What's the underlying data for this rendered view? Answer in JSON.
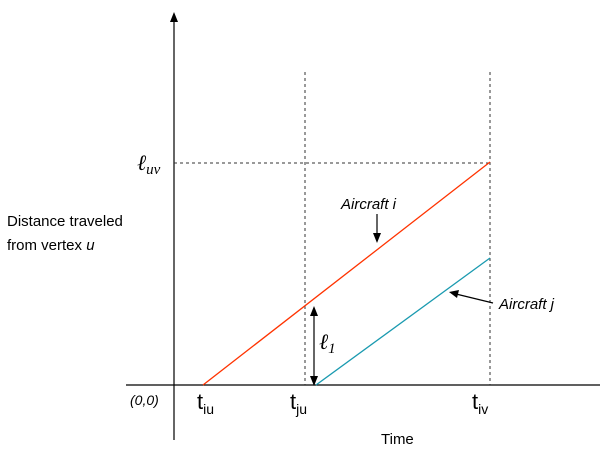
{
  "diagram": {
    "y_axis_label_line1": "Distance traveled",
    "y_axis_label_line2_prefix": "from vertex ",
    "y_axis_label_line2_var": "u",
    "x_axis_label": "Time",
    "origin_label": "(0,0)",
    "distance_tick": {
      "main": "ℓ",
      "sub": "uv"
    },
    "time_ticks": [
      {
        "main": "t",
        "sub": "iu"
      },
      {
        "main": "t",
        "sub": "ju"
      },
      {
        "main": "t",
        "sub": "iv"
      }
    ],
    "gap_label": {
      "main": "ℓ",
      "sub": "1"
    },
    "aircraft_i_label": "Aircraft i",
    "aircraft_j_label": "Aircraft j",
    "colors": {
      "aircraft_i_line": "#ff3300",
      "aircraft_j_line": "#1a9ab0",
      "axes": "#000000",
      "guide_lines": "#333333"
    }
  }
}
